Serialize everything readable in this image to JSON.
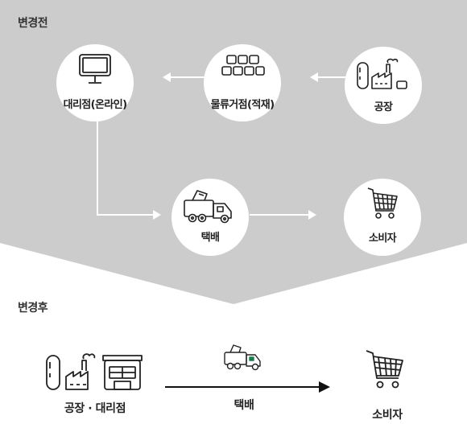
{
  "before": {
    "title": "변경전",
    "nodes": {
      "factory": "공장",
      "warehouse": "물류거점(적재)",
      "dealer": "대리점(온라인)",
      "delivery": "택배",
      "consumer": "소비자"
    }
  },
  "after": {
    "title": "변경후",
    "source": "공장 · 대리점",
    "arrow_label": "택배",
    "consumer": "소비자"
  },
  "colors": {
    "background_gray": "#cccccc",
    "circle": "#ffffff",
    "arrow_on_gray": "#ffffff",
    "arrow_after": "#111111",
    "truck_accent": "#1a7a4a"
  },
  "icons": [
    "monitor-icon",
    "boxes-icon",
    "factory-icon",
    "truck-icon",
    "cart-icon",
    "factory-store-icon"
  ]
}
